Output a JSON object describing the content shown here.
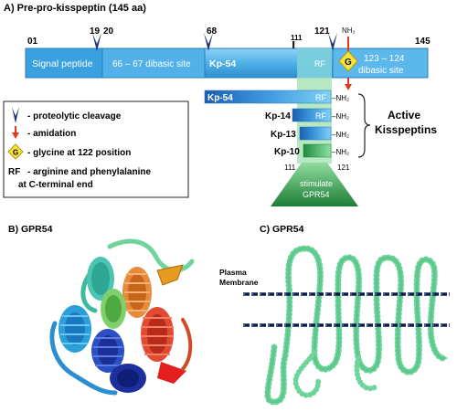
{
  "panel_a": {
    "title": "A) Pre-pro-kisspeptin (145 aa)",
    "positions": {
      "p01": "01",
      "p19": "19",
      "p20": "20",
      "p68": "68",
      "p111": "111",
      "p121": "121",
      "p145": "145"
    },
    "segments": {
      "signal_peptide": "Signal peptide",
      "dibasic_66": "66 – 67 dibasic site",
      "kp54": "Kp-54",
      "rf": "RF",
      "glycine_badge": "G",
      "nh2_top": "NH₂",
      "dibasic_123_line1": "123 – 124",
      "dibasic_123_line2": "dibasic site"
    },
    "legend": {
      "cleavage": "- proteolytic cleavage",
      "amidation": "- amidation",
      "glycine": "- glycine  at 122 position",
      "glycine_badge": "G",
      "rf_key": "RF",
      "rf_line1": "- arginine and phenylalanine",
      "rf_line2": "at C-terminal end"
    },
    "peptides": [
      {
        "name": "Kp-54",
        "rf": "RF",
        "nh2": "–NH₂"
      },
      {
        "name": "Kp-14",
        "rf": "RF",
        "nh2": "–NH₂"
      },
      {
        "name": "Kp-13",
        "rf": "",
        "nh2": "–NH₂"
      },
      {
        "name": "Kp-10",
        "rf": "",
        "nh2": "–NH₂"
      }
    ],
    "active_label_line1": "Active",
    "active_label_line2": "Kisspeptins",
    "stim_left": "111",
    "stim_right": "121",
    "stim_line1": "stimulate",
    "stim_line2": "GPR54"
  },
  "panel_b": {
    "title": "B) GPR54"
  },
  "panel_c": {
    "title": "C) GPR54",
    "membrane_line1": "Plasma",
    "membrane_line2": "Membrane"
  },
  "colors": {
    "bar_blue": "#5cb8ec",
    "bar_dark": "#2b6fb0",
    "green_light": "#a8e4b8",
    "green_dark": "#1f8b3a",
    "glycine_yellow": "#f7e43a",
    "arrow_navy": "#1d2f7a",
    "arrow_red": "#e23a1f",
    "protein_green": "#6fd49c"
  }
}
